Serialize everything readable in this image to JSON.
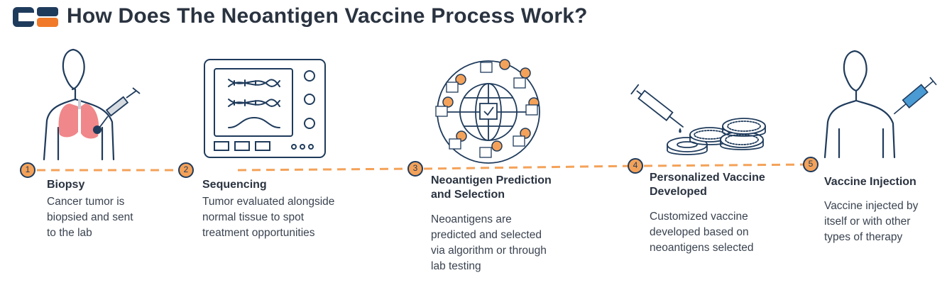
{
  "header": {
    "title": "How Does The Neoantigen Vaccine Process Work?",
    "logo": "company-logo"
  },
  "colors": {
    "navy": "#1f3b5c",
    "orange": "#f4a259",
    "dash": "#f4a259",
    "lung": "#f0878a",
    "syringe_blue": "#4a9ad4"
  },
  "steps": [
    {
      "number": "1",
      "title": "Biopsy",
      "desc": [
        "Cancer tumor is",
        "biopsied and sent",
        "to the lab"
      ]
    },
    {
      "number": "2",
      "title": "Sequencing",
      "desc": [
        "Tumor evaluated alongside",
        "normal tissue to spot",
        "treatment opportunities"
      ]
    },
    {
      "number": "3",
      "title": [
        "Neoantigen Prediction",
        "and Selection"
      ],
      "desc": [
        "Neoantigens are",
        "predicted and selected",
        "via algorithm or through",
        "lab testing"
      ]
    },
    {
      "number": "4",
      "title": [
        "Personalized Vaccine",
        "Developed"
      ],
      "desc": [
        "Customized vaccine",
        "developed based on",
        "neoantigens selected"
      ]
    },
    {
      "number": "5",
      "title": "Vaccine Injection",
      "desc": [
        "Vaccine injected by",
        "itself or with other",
        "types of therapy"
      ]
    }
  ]
}
